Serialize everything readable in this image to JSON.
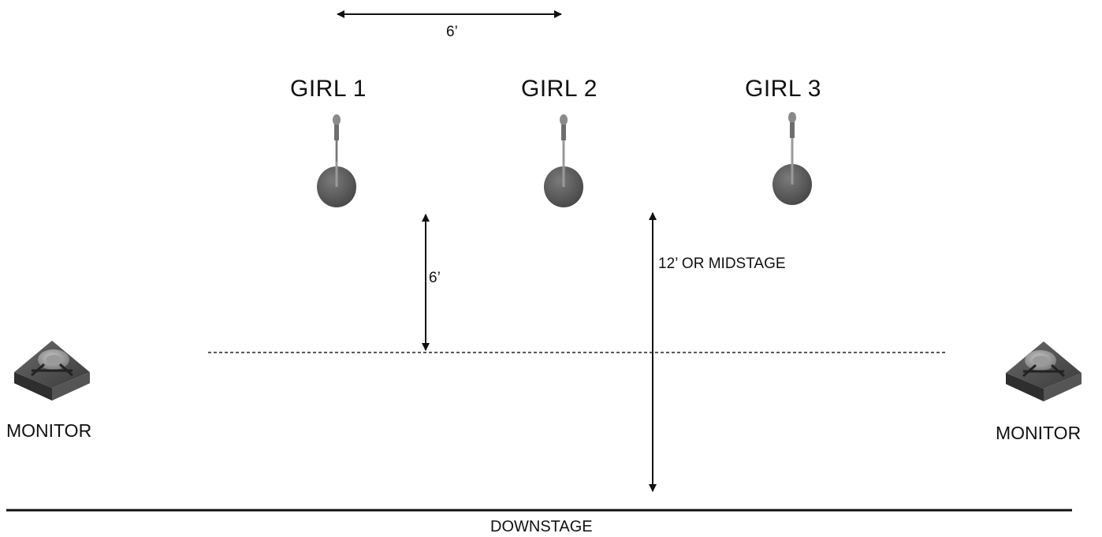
{
  "performers": [
    {
      "label": "GIRL 1"
    },
    {
      "label": "GIRL 2"
    },
    {
      "label": "GIRL 3"
    }
  ],
  "dimensions": {
    "spacing_label": "6’",
    "downstage_offset_label": "6’",
    "midstage_label": "12’ OR MIDSTAGE"
  },
  "monitors": [
    {
      "label": "MONITOR"
    },
    {
      "label": "MONITOR"
    }
  ],
  "stage_edge": {
    "label": "DOWNSTAGE"
  },
  "icons": {
    "mic_stand": "mic-stand-icon",
    "monitor": "stage-monitor-icon"
  }
}
